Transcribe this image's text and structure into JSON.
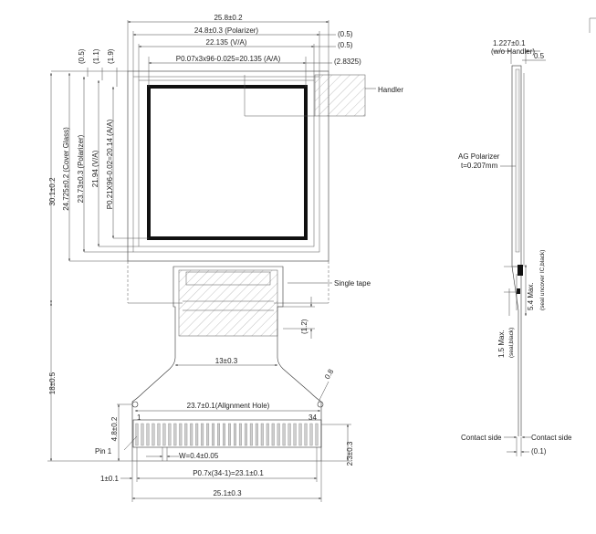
{
  "labels": {
    "w_outer": "25.8±0.2",
    "w_polarizer": "24.8±0.3 (Polarizer)",
    "w_va": "22.135 (V/A)",
    "w_aa": "P0.07x3x96-0.025=20.135 (A/A)",
    "r_05a": "(0.5)",
    "r_05b": "(0.5)",
    "r_28325": "(2.8325)",
    "v_05": "(0.5)",
    "v_11": "(1.1)",
    "v_19": "(1.9)",
    "h_total": "30.1±0.2",
    "h_cover": "24.725±0.2 (Cover Glass)",
    "h_polarizer": "23.73±0.3 (Polarizer)",
    "h_va": "21.94 (V/A)",
    "h_aa": "P0.21X96-0.02=20.14 (A/A)",
    "handler": "Handler",
    "single_tape": "Single tape",
    "v_12": "(1.2)",
    "fpc_width": "13±0.3",
    "fpc_length": "18±0.5",
    "radius": "0.8",
    "align_hole": "23.7±0.1(Allgnment Hole)",
    "pin_first": "1",
    "pin_last": "34",
    "h_48": "4.8±0.2",
    "pin1": "Pin 1",
    "pin_width": "W=0.4±0.05",
    "h_23": "2.3±0.3",
    "left_1": "1±0.1",
    "pitch": "P0.7x(34-1)=23.1±0.1",
    "w_251": "25.1±0.3",
    "side_1227": "1.227±0.1",
    "side_wo_handler": "(w/o Handler)",
    "side_05": "0.5",
    "ag_polarizer": "AG Polarizer",
    "ag_thickness": "t=0.207mm",
    "side_54": "5.4 Max.",
    "side_54_note": "(seal uncover IC,black)",
    "side_15": "1.5 Max.",
    "side_15_note": "(seal,black)",
    "contact_left": "Contact side",
    "contact_right": "Contact side",
    "side_01": "(0.1)"
  }
}
